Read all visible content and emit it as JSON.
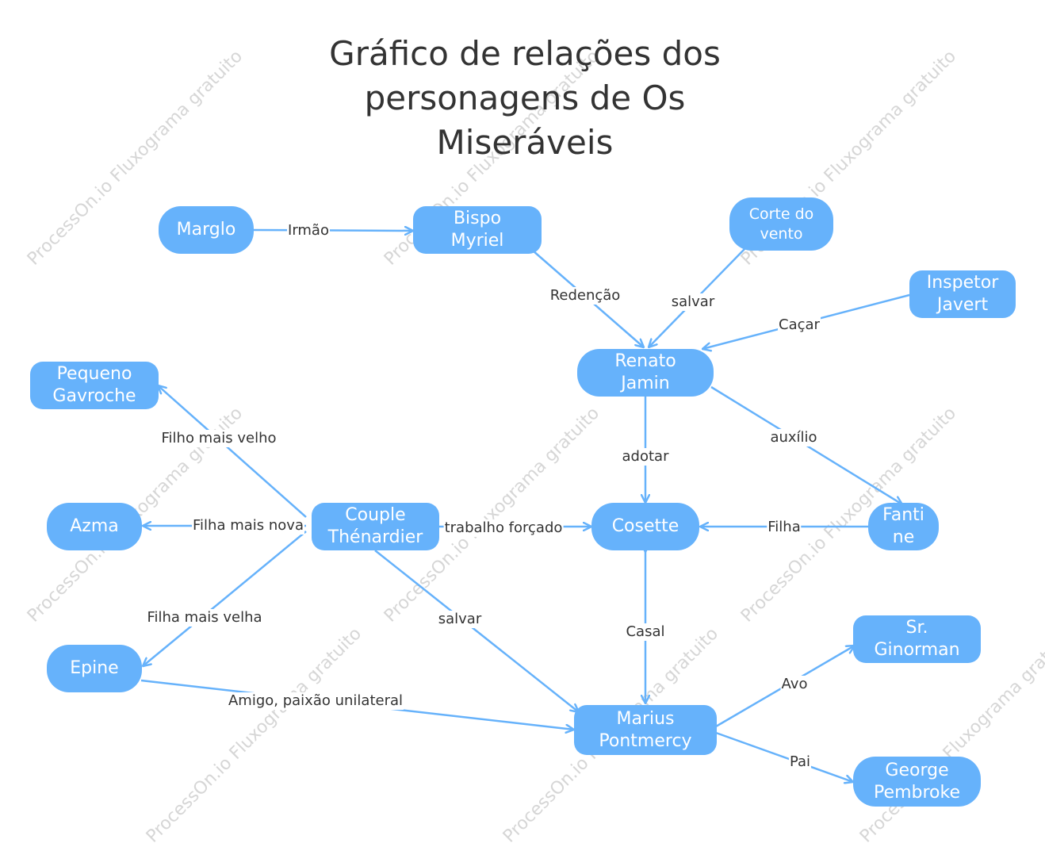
{
  "title": [
    "Gráfico de relações dos",
    "personagens de Os",
    "Miseráveis"
  ],
  "watermark": "ProcessOn.io Fluxograma gratuito",
  "colors": {
    "node": "#66b2fb",
    "edge": "#66b2fb",
    "text": "#333333"
  },
  "nodes": {
    "marglo": "Marglo",
    "bispo": "Bispo Myriel",
    "corte": "Corte do vento",
    "javert": "Inspetor Javert",
    "renato": "Renato Jamin",
    "gavroche": "Pequeno Gavroche",
    "azma": "Azma",
    "epine": "Epine",
    "thenardier": "Couple Thénardier",
    "cosette": "Cosette",
    "fantine": "Fanti ne",
    "ginorman": "Sr. Ginorman",
    "marius": "Marius Pontmercy",
    "george": "George Pembroke"
  },
  "edges": {
    "irmao": "Irmão",
    "redencao": "Redenção",
    "salvar1": "salvar",
    "cacar": "Caçar",
    "auxilio": "auxílio",
    "adotar": "adotar",
    "filho_velho": "Filho mais velho",
    "filha_nova": "Filha mais nova",
    "filha_velha": "Filha mais velha",
    "trabalho": "trabalho forçado",
    "filha": "Filha",
    "salvar2": "salvar",
    "casal": "Casal",
    "amigo": "Amigo, paixão unilateral",
    "avo": "Avo",
    "pai": "Pai"
  }
}
